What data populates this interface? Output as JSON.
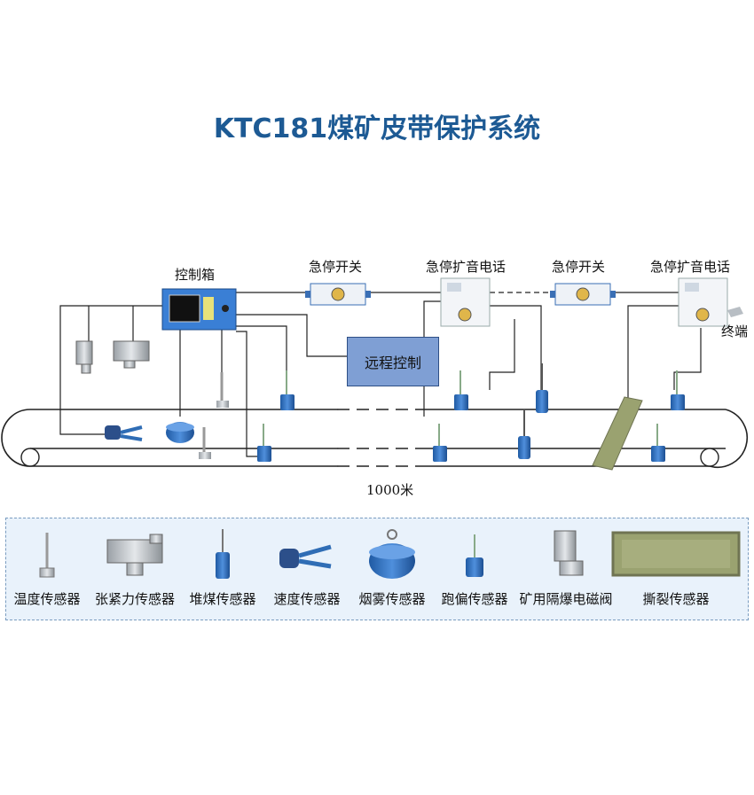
{
  "title": "KTC181煤矿皮带保护系统",
  "labels": {
    "control_box": "控制箱",
    "estop_1": "急停开关",
    "phone_1": "急停扩音电话",
    "estop_2": "急停开关",
    "phone_2": "急停扩音电话",
    "terminal": "终端",
    "remote_control": "远程控制",
    "length": "1000米"
  },
  "legend": [
    {
      "label": "温度传感器",
      "icon": "temperature-sensor-icon"
    },
    {
      "label": "张紧力传感器",
      "icon": "tension-sensor-icon"
    },
    {
      "label": "堆煤传感器",
      "icon": "coal-pile-sensor-icon"
    },
    {
      "label": "速度传感器",
      "icon": "speed-sensor-icon"
    },
    {
      "label": "烟雾传感器",
      "icon": "smoke-sensor-icon"
    },
    {
      "label": "跑偏传感器",
      "icon": "deviation-sensor-icon"
    },
    {
      "label": "矿用隔爆电磁阀",
      "icon": "solenoid-valve-icon"
    },
    {
      "label": "撕裂传感器",
      "icon": "tear-sensor-icon"
    }
  ],
  "colors": {
    "title": "#1d5a94",
    "device_blue": "#2f6db5",
    "control_panel": "#3a7fd5",
    "remote_box": "#7f9fd4",
    "legend_bg": "#e9f2fb"
  }
}
